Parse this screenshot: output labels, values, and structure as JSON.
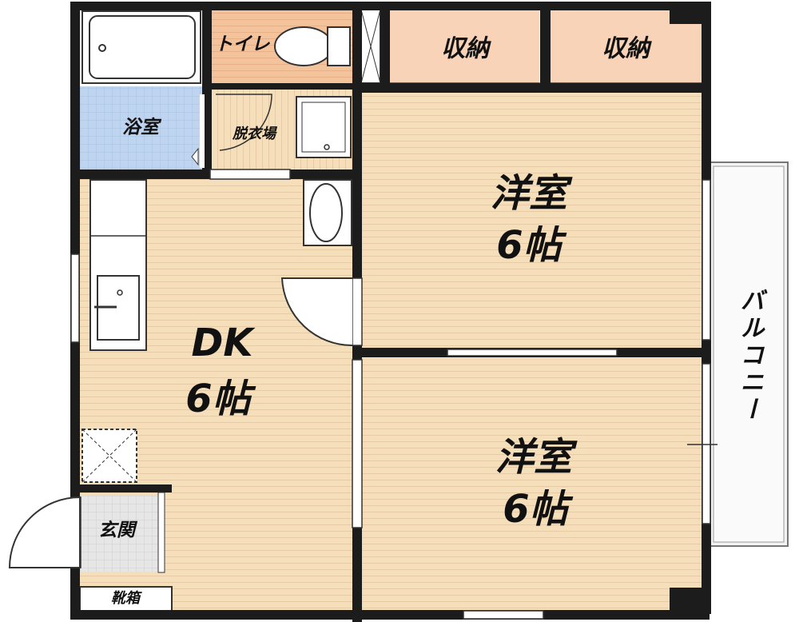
{
  "title": "",
  "colors": {
    "floor": "#F5DEBA",
    "floor_stripe": "#E3C8A4",
    "bath": "#BFD4EE",
    "toilet": "#F3C39C",
    "storage": "#F8D3B8",
    "wall": "#1C1C1C",
    "white": "#FFFFFF",
    "fixture": "#D6D6D6"
  },
  "rooms": {
    "western_room_1": {
      "name": "洋室",
      "size": "6帖"
    },
    "western_room_2": {
      "name": "洋室",
      "size": "6帖"
    },
    "dining_kitchen": {
      "name": "DK",
      "size": "6帖"
    },
    "bath": {
      "name": "浴室"
    },
    "toilet": {
      "name": "トイレ"
    },
    "dressing_room": {
      "name": "脱衣場"
    },
    "storage_1": {
      "name": "収納"
    },
    "storage_2": {
      "name": "収納"
    },
    "entrance": {
      "name": "玄関"
    },
    "shoe_box": {
      "name": "靴箱"
    },
    "balcony": {
      "name": "バルコニー"
    }
  }
}
